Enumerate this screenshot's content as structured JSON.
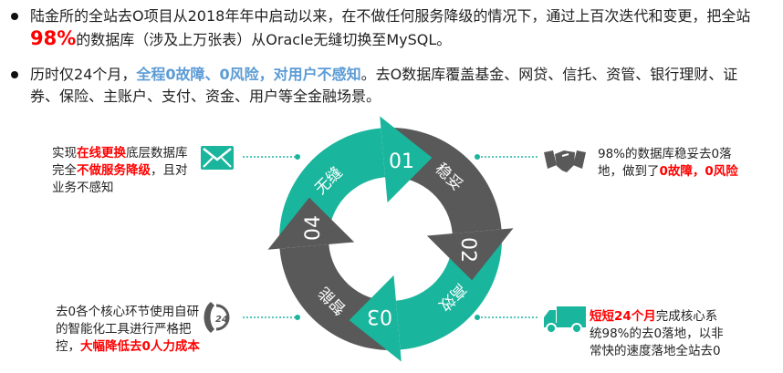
{
  "bullets": [
    {
      "part1": "陆金所的全站去O项目从2018年年中启动以来，在不做任何服务降级的情况下，通过上百次迭代和变更，把全站",
      "highlight": "98%",
      "part2": "的数据库（涉及上万张表）从Oracle无缝切换至MySQL。"
    },
    {
      "part1": "历时仅24个月，",
      "highlight": "全程0故障、0风险，对用户不感知",
      "part2": "。去O数据库覆盖基金、网贷、信托、资管、银行理财、证券、保险、主账户、支付、资金、用户等全金融场景。"
    }
  ],
  "cycle": [
    {
      "num": "01",
      "word": "无缝"
    },
    {
      "num": "02",
      "word": "稳妥"
    },
    {
      "num": "03",
      "word": "高效"
    },
    {
      "num": "04",
      "word": "智能"
    }
  ],
  "colors": {
    "teal": "#1ab59d",
    "gray": "#595959",
    "red": "#ff0000",
    "blue": "#5b9bd5"
  },
  "descs": {
    "top_left": {
      "a": "实现",
      "b": "在线更换",
      "c": "底层数据库完全",
      "d": "不做服务降级",
      "e": "，且对业务不感知",
      "icon": "envelope-icon"
    },
    "top_right": {
      "a": "98%的数据库稳妥去0落地，做到了",
      "b": "0故障，0风险",
      "icon": "handshake-icon"
    },
    "bottom_left": {
      "a": "去0各个核心环节使用自研的智能化工具进行严格把控，",
      "b": "大幅降低去0人力成本",
      "icon": "phone-24-icon",
      "icon_text": "24"
    },
    "bottom_right": {
      "a": "短短24个月",
      "b": "完成核心系统98%的去0落地，以非常快的速度落地全站去0",
      "icon": "truck-icon"
    }
  }
}
